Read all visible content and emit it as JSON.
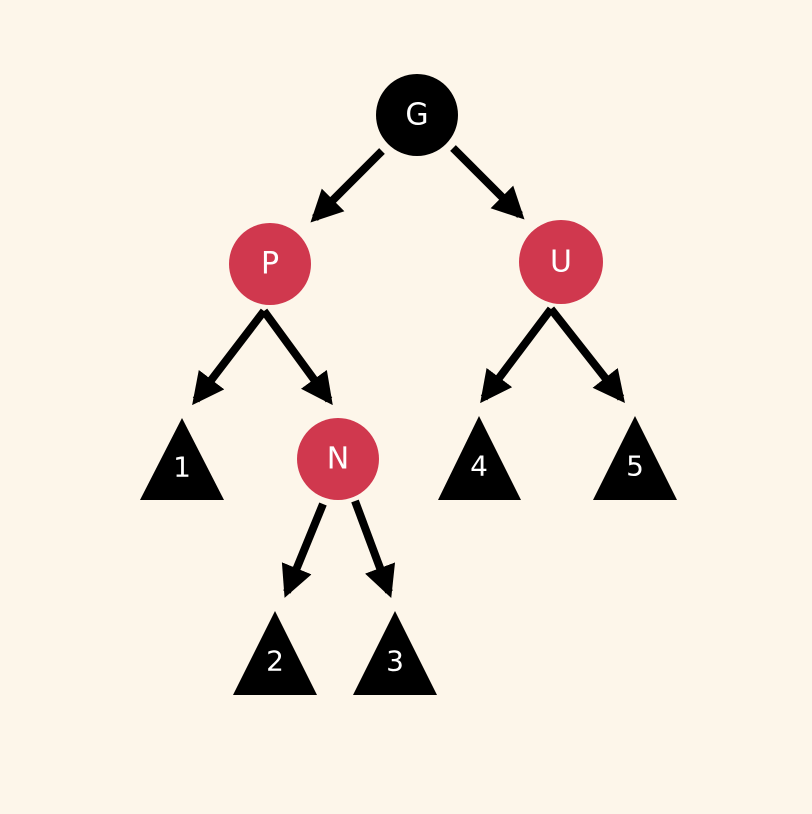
{
  "colors": {
    "background": "#fdf6ea",
    "black_node": "#000000",
    "red_node": "#d0384e",
    "leaf": "#000000",
    "edge": "#000000",
    "label_text": "#ffffff"
  },
  "nodes": [
    {
      "id": "G",
      "label": "G",
      "color": "black"
    },
    {
      "id": "P",
      "label": "P",
      "color": "red"
    },
    {
      "id": "U",
      "label": "U",
      "color": "red"
    },
    {
      "id": "N",
      "label": "N",
      "color": "red"
    }
  ],
  "subtrees": [
    {
      "id": "T1",
      "label": "1"
    },
    {
      "id": "T2",
      "label": "2"
    },
    {
      "id": "T3",
      "label": "3"
    },
    {
      "id": "T4",
      "label": "4"
    },
    {
      "id": "T5",
      "label": "5"
    }
  ],
  "edges": [
    {
      "from": "G",
      "to": "P"
    },
    {
      "from": "G",
      "to": "U"
    },
    {
      "from": "P",
      "to": "T1"
    },
    {
      "from": "P",
      "to": "N"
    },
    {
      "from": "N",
      "to": "T2"
    },
    {
      "from": "N",
      "to": "T3"
    },
    {
      "from": "U",
      "to": "T4"
    },
    {
      "from": "U",
      "to": "T5"
    }
  ]
}
